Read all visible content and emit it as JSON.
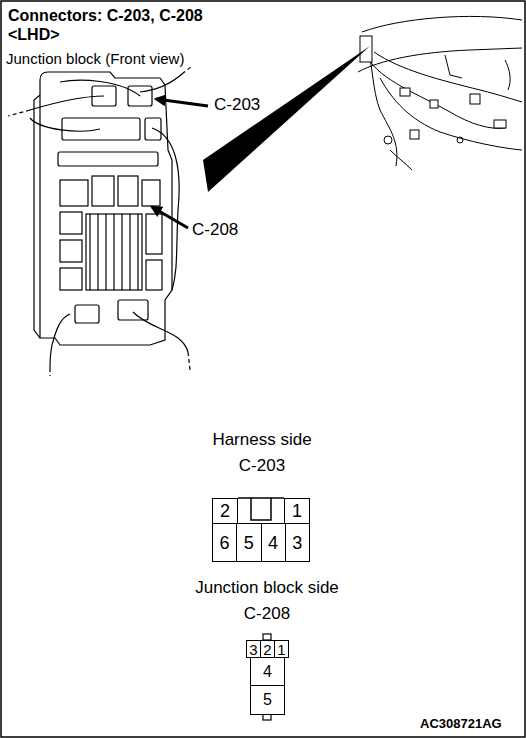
{
  "diagram": {
    "title": "Connectors: C-203, C-208 <LHD>",
    "nodes": [
      {
        "text": [
          "2"
        ]
      },
      {
        "text": [
          "1"
        ]
      },
      {
        "text": [
          "6"
        ]
      },
      {
        "text": [
          "5"
        ]
      },
      {
        "text": [
          "4"
        ]
      },
      {
        "text": [
          "3"
        ]
      },
      {
        "text": [
          "3"
        ]
      },
      {
        "text": [
          "2"
        ]
      },
      {
        "text": [
          "1"
        ]
      },
      {
        "text": [
          "4"
        ]
      },
      {
        "text": [
          "5"
        ]
      }
    ],
    "labels": [
      "Junction block (Front view)",
      "C-203",
      "C-208",
      "Harness side",
      "C-203",
      "Junction block side",
      "C-208",
      "AC308721AG"
    ]
  }
}
